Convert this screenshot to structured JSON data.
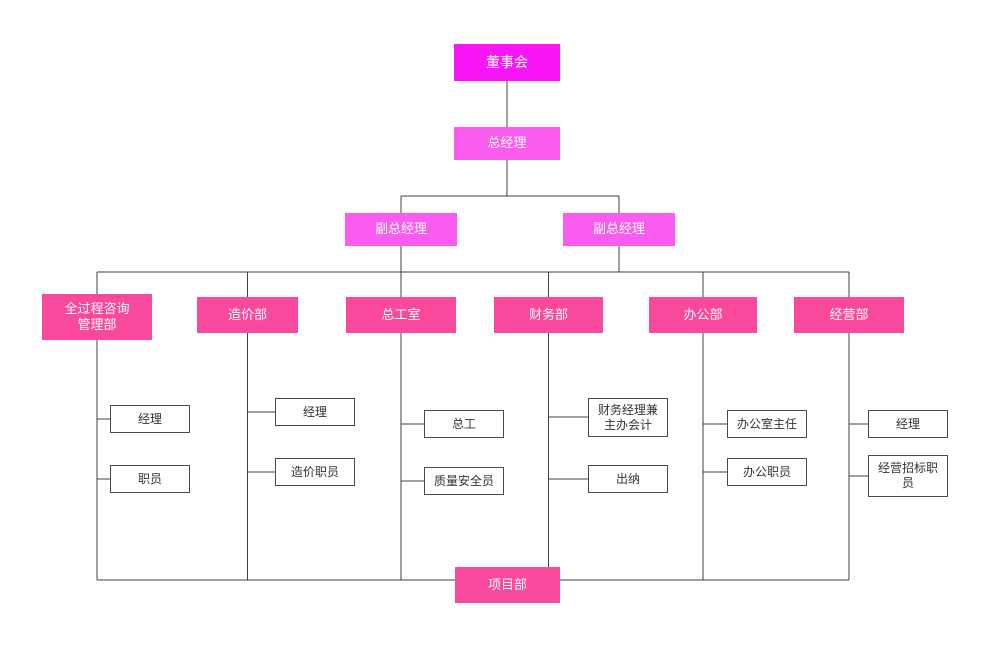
{
  "chart": {
    "board": {
      "label": "董事会"
    },
    "general_manager": {
      "label": "总经理"
    },
    "deputies": [
      {
        "label": "副总经理"
      },
      {
        "label": "副总经理"
      }
    ],
    "departments": [
      {
        "label": "全过程咨询\n管理部",
        "children": [
          {
            "label": "经理"
          },
          {
            "label": "职员"
          }
        ]
      },
      {
        "label": "造价部",
        "children": [
          {
            "label": "经理"
          },
          {
            "label": "造价职员"
          }
        ]
      },
      {
        "label": "总工室",
        "children": [
          {
            "label": "总工"
          },
          {
            "label": "质量安全员"
          }
        ]
      },
      {
        "label": "财务部",
        "children": [
          {
            "label": "财务经理兼\n主办会计"
          },
          {
            "label": "出纳"
          }
        ]
      },
      {
        "label": "办公部",
        "children": [
          {
            "label": "办公室主任"
          },
          {
            "label": "办公职员"
          }
        ]
      },
      {
        "label": "经营部",
        "children": [
          {
            "label": "经理"
          },
          {
            "label": "经营招标职\n员"
          }
        ]
      }
    ],
    "project_dept": {
      "label": "项目部"
    },
    "colors": {
      "board": "#f816f8",
      "manager": "#fa5cf0",
      "department": "#f9499c",
      "line": "#404040",
      "sub_border": "#4a4a4a"
    }
  }
}
